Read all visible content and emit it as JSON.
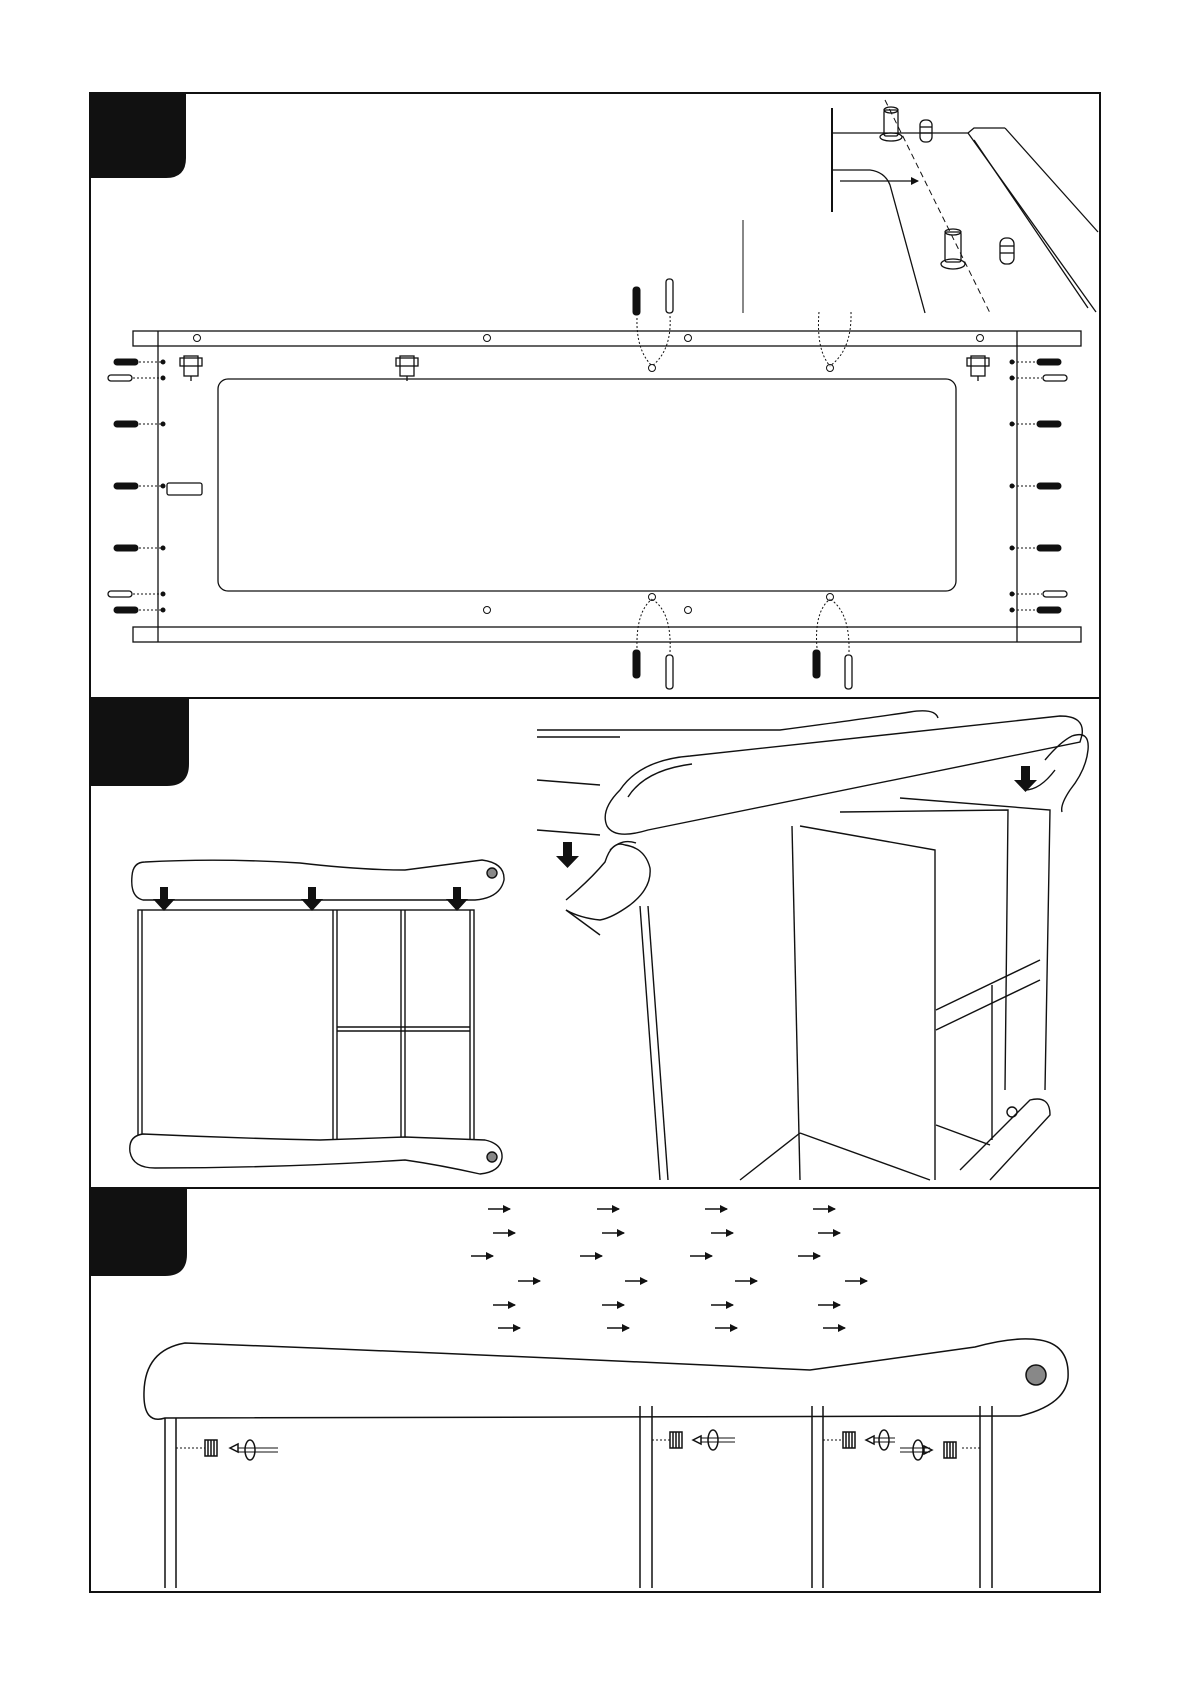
{
  "document": {
    "kind": "assembly-instructions-page",
    "colors": {
      "ink": "#111111",
      "paper": "#ffffff",
      "tab": "#111111",
      "knob": "#888888"
    }
  },
  "steps": [
    {
      "tab_label": "",
      "contents": [
        "panel-hardware-layout",
        "dowel-and-cam-detail-inset"
      ]
    },
    {
      "tab_label": "",
      "contents": [
        "side-panel-onto-frame-diagram",
        "hands-placing-panel-illustration"
      ]
    },
    {
      "tab_label": "",
      "contents": [
        "cam-lock-arrow-rows",
        "cam-lock-tightening-diagram"
      ]
    }
  ],
  "icons": [
    "arrow-icon",
    "down-arrow-icon",
    "dowel-icon",
    "cam-bolt-icon",
    "cam-lock-icon",
    "hinge-plate-icon",
    "rotation-icon"
  ]
}
